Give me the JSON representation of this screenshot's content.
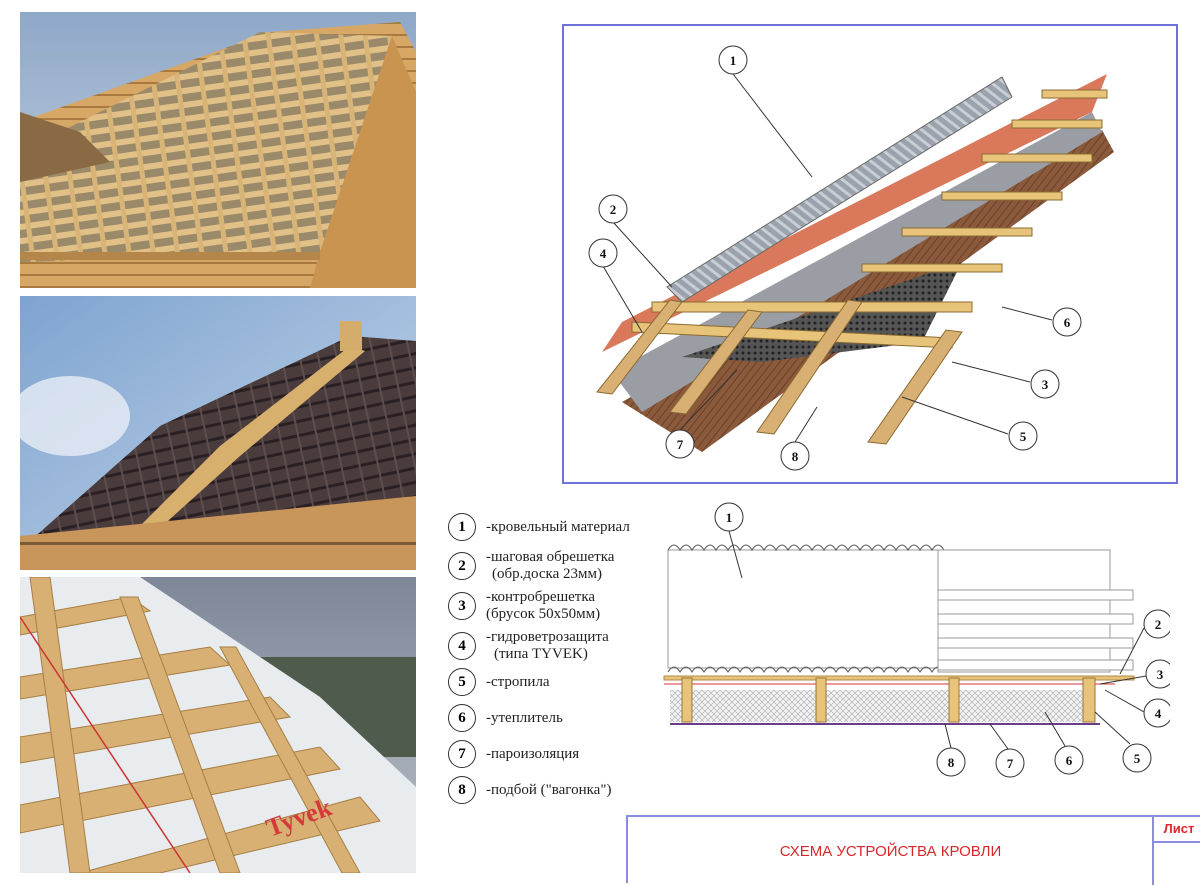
{
  "legend": [
    {
      "num": "1",
      "text": "-кровельный материал"
    },
    {
      "num": "2",
      "text": "-шаговая обрешетка",
      "sub": "(обр.доска 23мм)"
    },
    {
      "num": "3",
      "text": "-контробрешетка",
      "sub": "(брусок 50х50мм)"
    },
    {
      "num": "4",
      "text": "-гидроветрозащита",
      "sub": "(типа TYVEK)"
    },
    {
      "num": "5",
      "text": "-стропила"
    },
    {
      "num": "6",
      "text": "-утеплитель"
    },
    {
      "num": "7",
      "text": "-пароизоляция"
    },
    {
      "num": "8",
      "text": "-подбой (\"вагонка\")"
    }
  ],
  "iso_callouts": [
    "1",
    "2",
    "4",
    "6",
    "3",
    "5",
    "7",
    "8"
  ],
  "section_callouts": [
    "1",
    "2",
    "3",
    "4",
    "5",
    "6",
    "7",
    "8"
  ],
  "photo3_text": "Tyvek",
  "title_block": {
    "title": "СХЕМА УСТРОЙСТВА КРОВЛИ",
    "sheet_label": "Лист"
  },
  "colors": {
    "frame": "#6f72d8",
    "title": "#d9262b",
    "wood": "#e8c47a",
    "membrane": "#d9785a"
  }
}
